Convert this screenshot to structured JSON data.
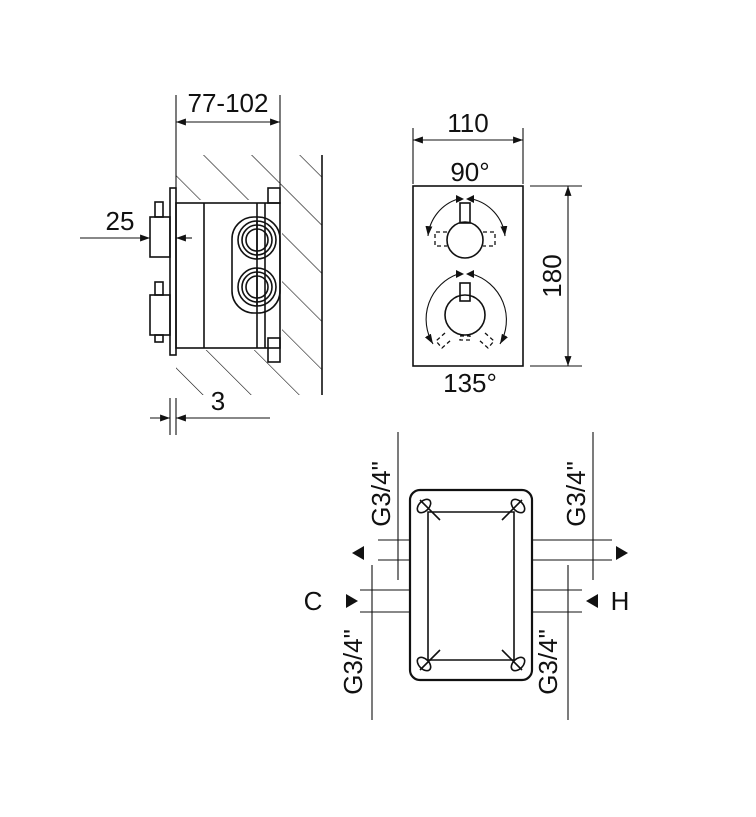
{
  "side_view": {
    "depth_range": "77-102",
    "knob_projection": "25",
    "plate_thickness": "3"
  },
  "front_view": {
    "width": "110",
    "height": "180",
    "upper_rotation": "90°",
    "lower_rotation": "135°"
  },
  "box_view": {
    "thread_top_left": "G3/4\"",
    "thread_top_right": "G3/4\"",
    "thread_bottom_left": "G3/4\"",
    "thread_bottom_right": "G3/4\"",
    "cold_label": "C",
    "hot_label": "H"
  }
}
